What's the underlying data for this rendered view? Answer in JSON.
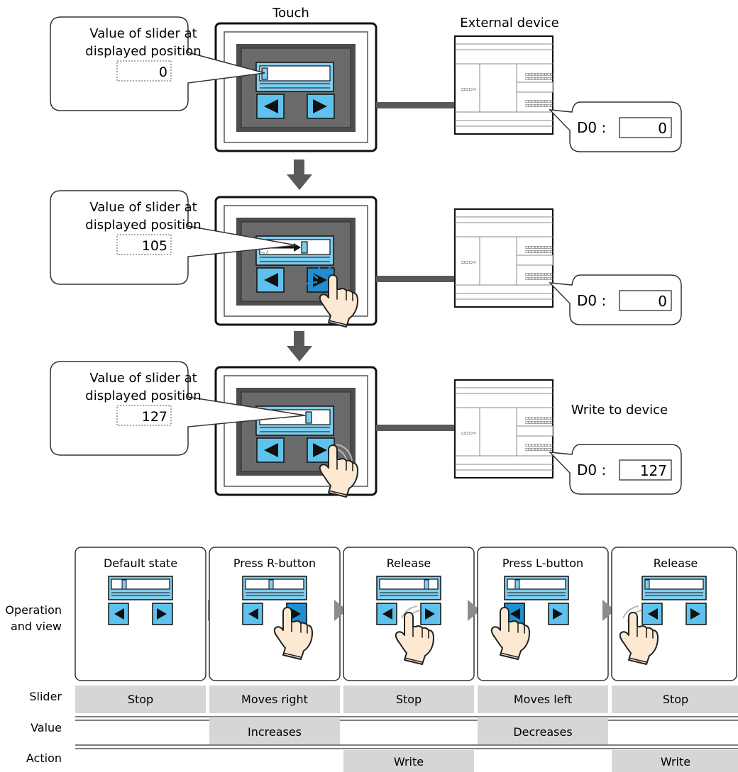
{
  "top": {
    "touch_label": "Touch",
    "external_label": "External device",
    "write_label": "Write to device",
    "callout_line1": "Value of slider at",
    "callout_line2": "displayed position",
    "device_register": "D0 :",
    "steps": [
      {
        "slider_value": "0",
        "device_value": "0"
      },
      {
        "slider_value": "105",
        "device_value": "0"
      },
      {
        "slider_value": "127",
        "device_value": "127"
      }
    ]
  },
  "bottom": {
    "row_header_operation_line1": "Operation",
    "row_header_operation_line2": "and view",
    "row_header_slider": "Slider",
    "row_header_value": "Value",
    "row_header_action": "Action",
    "columns": [
      {
        "title": "Default state",
        "slider": "Stop",
        "value": "",
        "action": ""
      },
      {
        "title": "Press R-button",
        "slider": "Moves right",
        "value": "Increases",
        "action": ""
      },
      {
        "title": "Release",
        "slider": "Stop",
        "value": "",
        "action": "Write"
      },
      {
        "title": "Press L-button",
        "slider": "Moves left",
        "value": "Decreases",
        "action": ""
      },
      {
        "title": "Release",
        "slider": "Stop",
        "value": "",
        "action": "Write"
      }
    ]
  },
  "colors": {
    "panel_dark": "#4d4d4d",
    "button_blue": "#6cc7ee",
    "slider_fill": "#bfe6f7",
    "cell_gray": "#d6d6d6",
    "arrow_gray": "#595959",
    "hand_fill": "#fde9d2"
  }
}
